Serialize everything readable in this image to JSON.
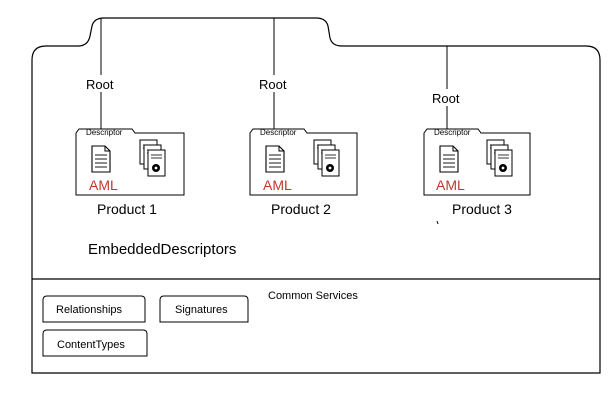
{
  "package": {
    "embedded_label": "EmbeddedDescriptors",
    "common_services_label": "Common Services"
  },
  "products": [
    {
      "root_label": "Root",
      "descriptor_label": "Descriptor",
      "aml_label": "AML",
      "name": "Product 1"
    },
    {
      "root_label": "Root",
      "descriptor_label": "Descriptor",
      "aml_label": "AML",
      "name": "Product 2"
    },
    {
      "root_label": "Root",
      "descriptor_label": "Descriptor",
      "aml_label": "AML",
      "name": "Product 3"
    }
  ],
  "services": [
    {
      "label": "Relationships"
    },
    {
      "label": "Signatures"
    },
    {
      "label": "ContentTypes"
    }
  ],
  "colors": {
    "stroke": "#000000",
    "aml_text": "#c0392b"
  },
  "icons": [
    "document-icon",
    "document-stack-icon"
  ]
}
